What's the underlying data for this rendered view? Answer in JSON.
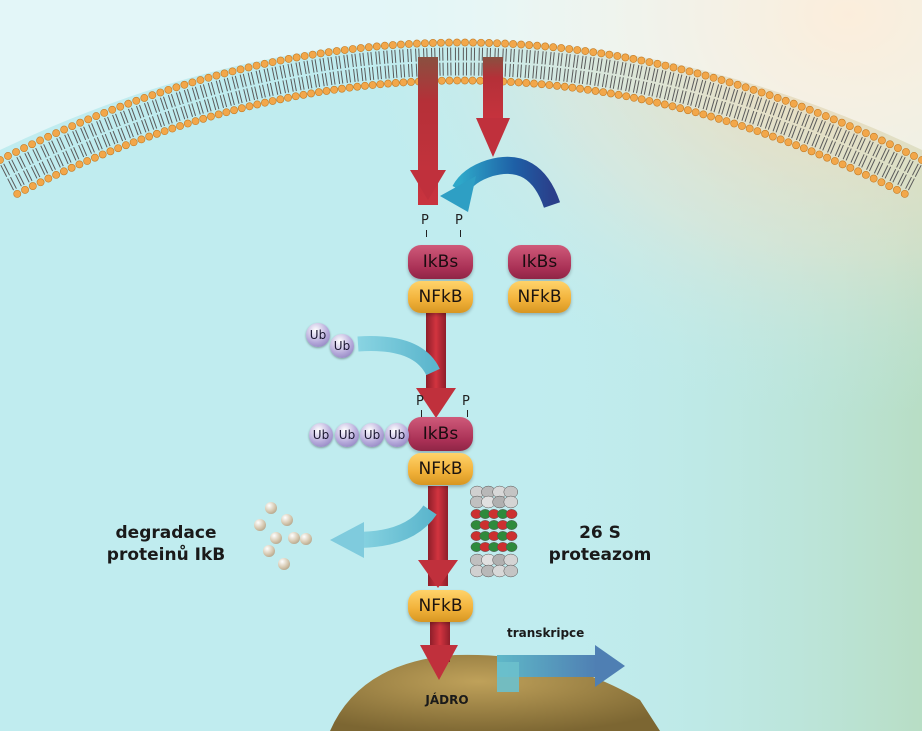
{
  "labels": {
    "p": "P",
    "ikbs": "IkBs",
    "nfkb": "NFkB",
    "ub": "Ub",
    "degradation_line1": "degradace",
    "degradation_line2": "proteinů IkB",
    "proteasome_line1": "26 S",
    "proteasome_line2": "proteazom",
    "transcription": "transkripce",
    "nucleus": "JÁDRO"
  },
  "colors": {
    "cytoplasm": "#c0ecef",
    "arrow_red": "#c0303c",
    "ikbs": "#b4365c",
    "nfkb": "#f1b139",
    "ubiquitin": "#b5a9da",
    "nucleus": "#a88848",
    "membrane_head": "#f2a74a"
  },
  "icons": [
    "signal-arrow-icon",
    "recycle-arrow-icon",
    "proteasome-icon",
    "transcription-arrow-icon"
  ]
}
